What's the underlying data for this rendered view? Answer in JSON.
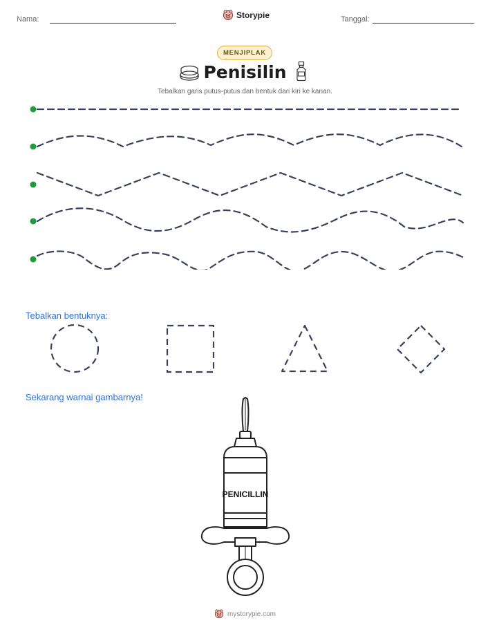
{
  "header": {
    "name_label": "Nama:",
    "date_label": "Tanggal:",
    "brand": "Storypie",
    "brand_icon": "pig-mascot-icon"
  },
  "activity": {
    "badge": "MENJIPLAK",
    "title": "Penisilin",
    "left_icon": "petri-dish-icon",
    "right_icon": "medicine-vial-icon",
    "instruction": "Tebalkan garis putus-putus dan bentuk dari kiri ke kanan."
  },
  "tracing_lines": [
    {
      "shape": "straight"
    },
    {
      "shape": "soft-wave"
    },
    {
      "shape": "zigzag"
    },
    {
      "shape": "wave"
    },
    {
      "shape": "bumpy-wave"
    }
  ],
  "shapes_section": {
    "heading": "Tebalkan bentuknya:",
    "shapes": [
      "circle",
      "square",
      "triangle",
      "diamond"
    ]
  },
  "coloring_section": {
    "heading": "Sekarang warnai gambarnya!",
    "syringe_label": "PENICILLIN"
  },
  "footer": {
    "text": "mystorypie.com",
    "icon": "pig-mascot-icon"
  },
  "colors": {
    "dot": "#1f9a3c",
    "dash": "#3a3f5c",
    "section_heading": "#2f6fd0",
    "badge_bg": "#fbf1cf",
    "badge_border": "#d9b24a"
  }
}
